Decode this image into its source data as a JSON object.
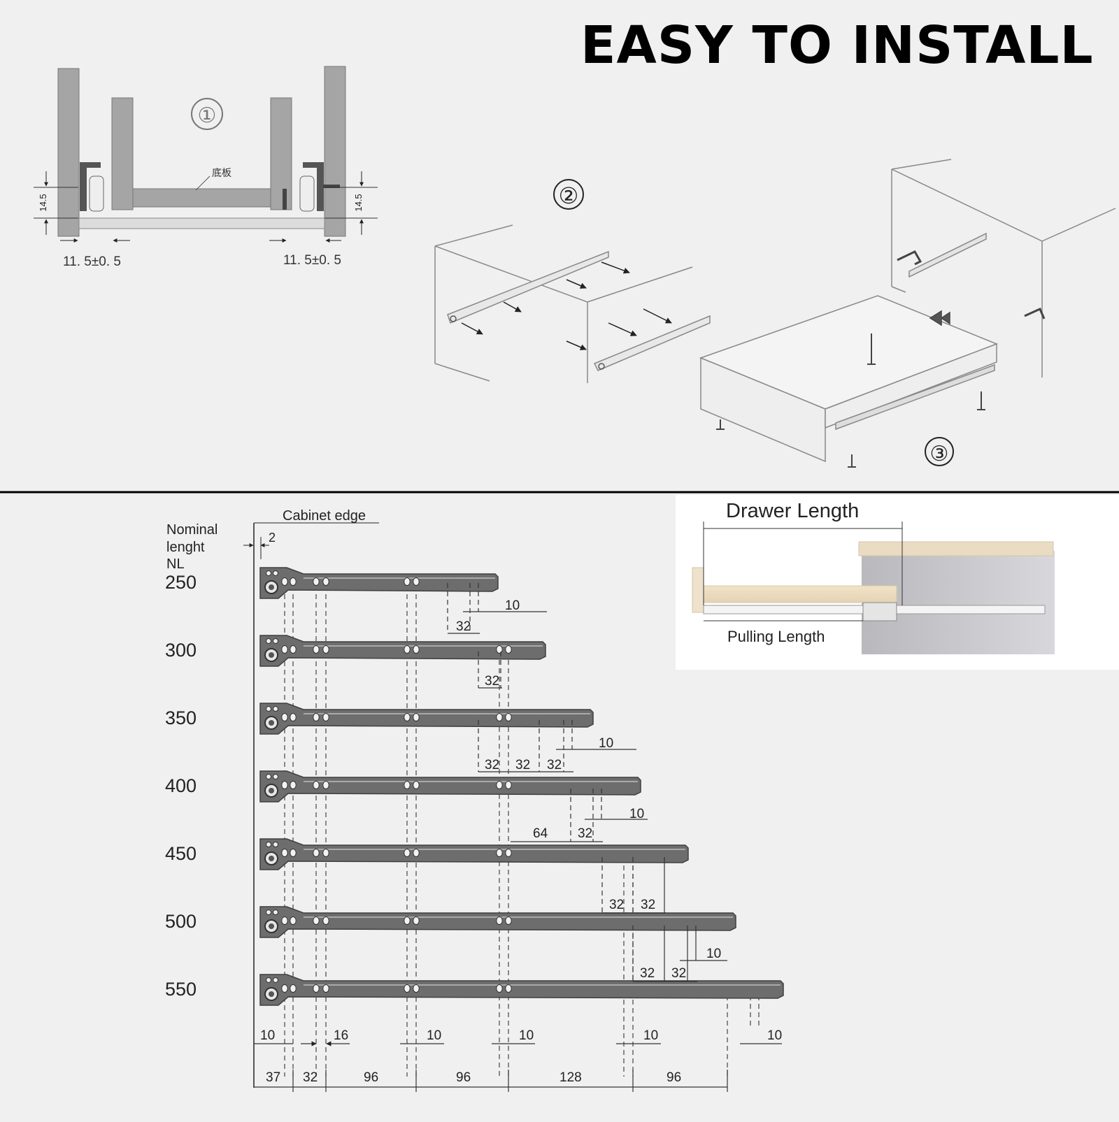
{
  "title": "EASY TO INSTALL",
  "steps": {
    "s1": "①",
    "s2": "②",
    "s3": "③"
  },
  "cross_section": {
    "bottom_panel_label": "底板",
    "height_left": "14.5",
    "height_right": "14.5",
    "gap_left": "11. 5±0. 5",
    "gap_right": "11. 5±0. 5"
  },
  "inset": {
    "drawer_length_label": "Drawer Length",
    "pulling_length_label": "Pulling Length"
  },
  "chart": {
    "cabinet_edge_label": "Cabinet edge",
    "edge_offset": "2",
    "nominal_label": [
      "Nominal",
      "lenght",
      "NL"
    ],
    "rails": [
      {
        "nl": "250",
        "dims": [
          "32",
          "10"
        ]
      },
      {
        "nl": "300",
        "dims": [
          "32"
        ]
      },
      {
        "nl": "350",
        "dims": [
          "32",
          "32",
          "32",
          "10"
        ]
      },
      {
        "nl": "400",
        "dims": [
          "64",
          "32",
          "10"
        ]
      },
      {
        "nl": "450",
        "dims": [
          "32",
          "32"
        ]
      },
      {
        "nl": "500",
        "dims": [
          "32",
          "32",
          "10"
        ]
      },
      {
        "nl": "550",
        "dims": []
      }
    ],
    "hole_pitch_labels": [
      "10",
      "16",
      "10",
      "10",
      "10",
      "10"
    ],
    "spacing_labels": [
      "37",
      "32",
      "96",
      "96",
      "128",
      "96"
    ]
  }
}
